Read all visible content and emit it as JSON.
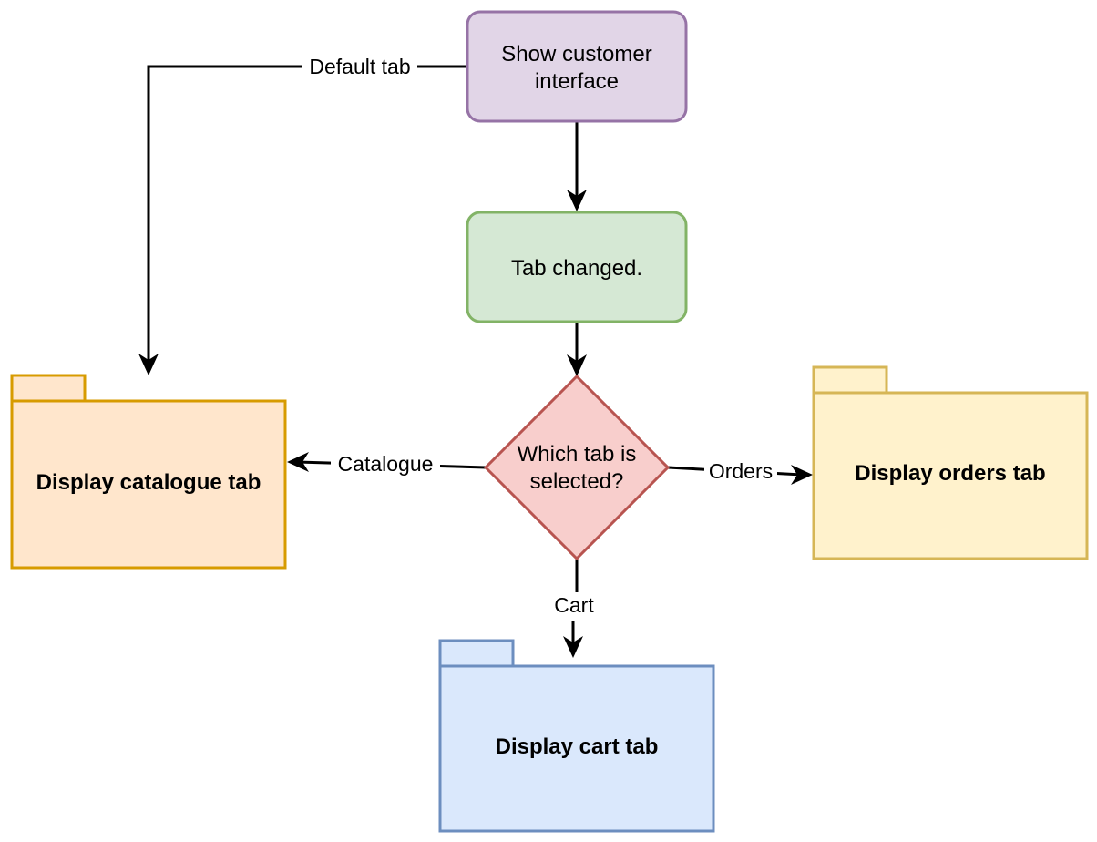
{
  "nodes": {
    "start": {
      "line1": "Show customer",
      "line2": "interface",
      "fill": "#e1d5e7",
      "stroke": "#9673a6"
    },
    "tab_changed": {
      "label": "Tab changed.",
      "fill": "#d5e8d4",
      "stroke": "#82b366"
    },
    "decision": {
      "line1": "Which tab is",
      "line2": "selected?",
      "fill": "#f8cecc",
      "stroke": "#b85450"
    },
    "catalogue": {
      "label": "Display catalogue tab",
      "fill": "#ffe6cc",
      "stroke": "#d79b00"
    },
    "orders": {
      "label": "Display orders tab",
      "fill": "#fff2cc",
      "stroke": "#d6b656"
    },
    "cart": {
      "label": "Display cart tab",
      "fill": "#dae8fc",
      "stroke": "#6c8ebf"
    }
  },
  "edges": {
    "default": {
      "label": "Default tab"
    },
    "catalogue": {
      "label": "Catalogue"
    },
    "orders": {
      "label": "Orders"
    },
    "cart": {
      "label": "Cart"
    }
  }
}
